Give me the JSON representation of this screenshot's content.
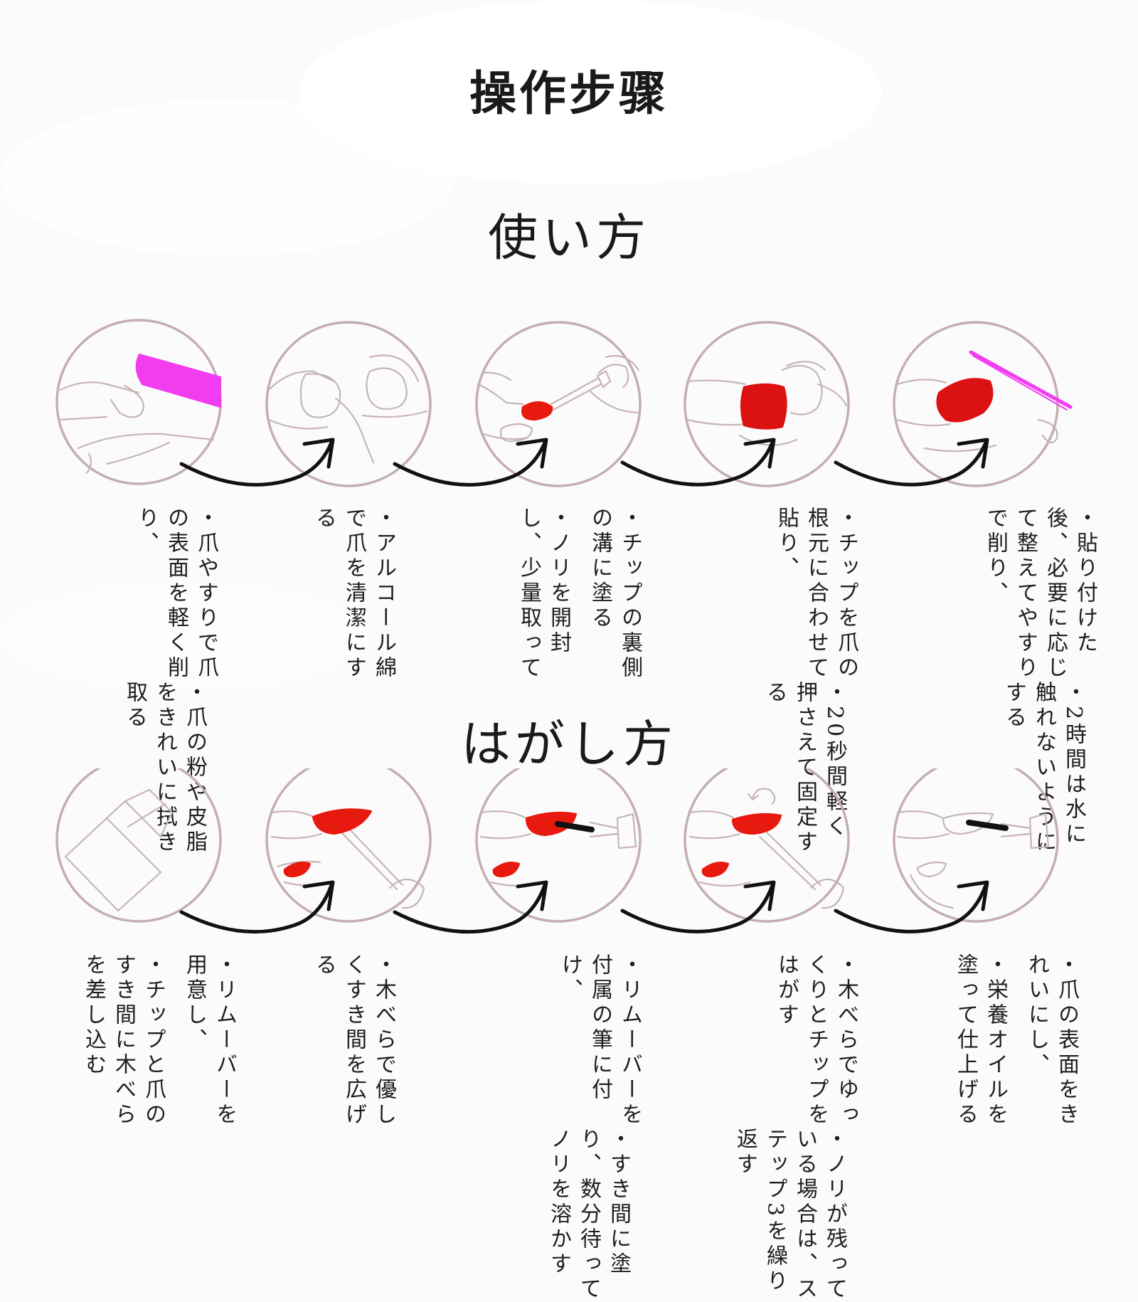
{
  "title": "操作步骤",
  "sections": [
    {
      "title": "使い方",
      "steps": [
        [
          "・爪やすりで爪の表面を軽く削り、",
          "・爪の粉や皮脂をきれいに拭き取る"
        ],
        [
          "・アルコール綿で爪を清潔にする"
        ],
        [
          "・チップの裏側の溝に塗る",
          "・ノリを開封し、少量取って"
        ],
        [
          "・チップを爪の根元に合わせて貼り、",
          "・20秒間軽く押さえて固定する"
        ],
        [
          "・貼り付けた後、必要に応じて整えてやすりで削り、",
          "・2時間は水に触れないようにする"
        ]
      ]
    },
    {
      "title": "はがし方",
      "steps": [
        [
          "・リムーバーを用意し、",
          "・チップと爪のすき間に木べらを差し込む"
        ],
        [
          "・木べらで優しくすき間を広げる"
        ],
        [
          "・リムーバーを付属の筆に付け、",
          "・すき間に塗り、数分待ってノリを溶かす"
        ],
        [
          "・木べらでゆっくりとチップをはがす",
          "・ノリが残っている場合は、ステップ3を繰り返す"
        ],
        [
          "・爪の表面をきれいにし、",
          "・栄養オイルを塗って仕上げる"
        ]
      ]
    }
  ],
  "colors": {
    "circle": "#c4aeb0",
    "line": "#c7b4b6",
    "red": "#e8190f",
    "magenta": "#f23cf0",
    "arrow": "#111111"
  }
}
